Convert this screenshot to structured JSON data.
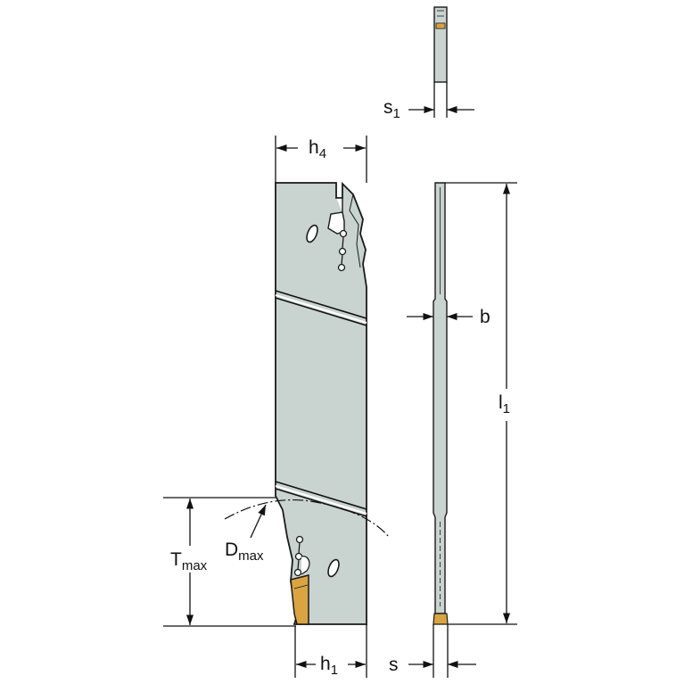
{
  "colors": {
    "blade_fill": "#c9d3d0",
    "blade_stroke": "#1a1a1a",
    "insert_fill": "#d9a441",
    "dimension_line": "#111111",
    "background": "#ffffff"
  },
  "labels": {
    "h4": {
      "main": "h",
      "sub": "4"
    },
    "h1": {
      "main": "h",
      "sub": "1"
    },
    "s1": {
      "main": "s",
      "sub": "1"
    },
    "s": {
      "main": "s"
    },
    "b": {
      "main": "b"
    },
    "l1": {
      "main": "l",
      "sub": "1"
    },
    "tmax": {
      "main": "T",
      "sub": "max"
    },
    "dmax": {
      "main": "D",
      "sub": "max"
    }
  }
}
